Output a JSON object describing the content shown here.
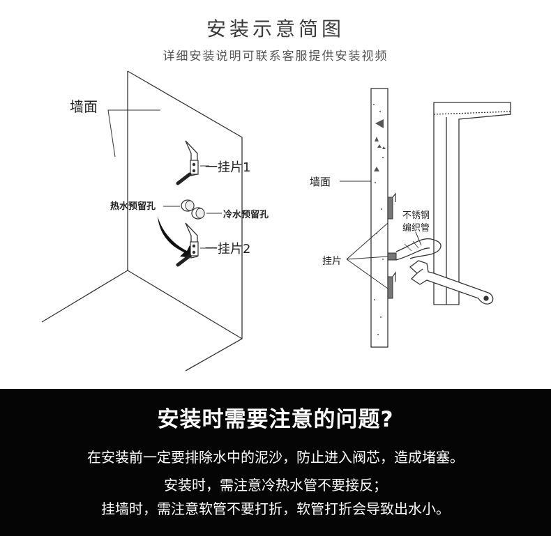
{
  "header": {
    "title": "安装示意简图",
    "subtitle": "详细安装说明可联系客服提供安装视频"
  },
  "left_figure": {
    "wall_label": "墙面",
    "bracket1_label": "一挂片1",
    "bracket2_label": "一挂片2",
    "hot_hole_label": "热水预留孔",
    "cold_hole_label": "冷水预留孔"
  },
  "right_figure": {
    "wall_label": "墙面",
    "bracket_label": "挂片",
    "hose_label_line1": "不锈钢",
    "hose_label_line2": "编织管"
  },
  "notes": {
    "title": "安装时需要注意的问题?",
    "line1": "在安装前一定要排除水中的泥沙，防止进入阀芯，造成堵塞。",
    "line2": "安装时，需注意冷热水管不要接反；",
    "line3": "挂墙时，需注意软管不要打折，软管打折会导致出水小。"
  },
  "colors": {
    "panel_background": "#050505",
    "panel_text": "#ffffff",
    "line": "#333333"
  }
}
